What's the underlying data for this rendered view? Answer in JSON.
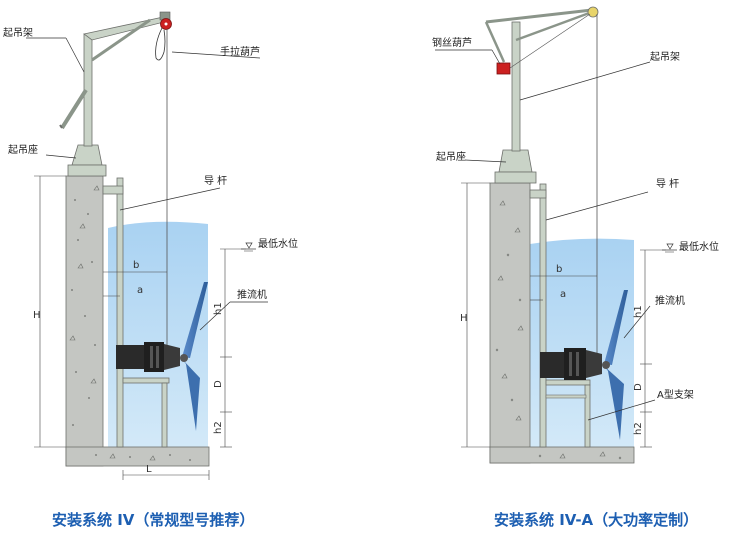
{
  "left": {
    "labels": {
      "crane_frame": "起吊架",
      "hand_hoist": "手拉葫芦",
      "crane_base": "起吊座",
      "guide_rod": "导 杆",
      "min_water": "最低水位",
      "mixer": "推流机"
    },
    "dims": {
      "H": "H",
      "b": "b",
      "a": "a",
      "h1": "h1",
      "D": "D",
      "h2": "h2",
      "L": "L"
    },
    "caption": "安装系统 IV（常规型号推荐）"
  },
  "right": {
    "labels": {
      "wire_hoist": "钢丝葫芦",
      "crane_frame": "起吊架",
      "crane_base": "起吊座",
      "guide_rod": "导 杆",
      "min_water": "最低水位",
      "mixer": "推流机",
      "bracket": "A型支架"
    },
    "dims": {
      "H": "H",
      "b": "b",
      "a": "a",
      "h1": "h1",
      "D": "D",
      "h2": "h2"
    },
    "caption": "安装系统 IV-A（大功率定制）"
  },
  "colors": {
    "water": "#bcdcf4",
    "concrete": "#c4c6c2",
    "steel": "#c9d3c7",
    "propeller": "#3d6fae",
    "motor": "#2a2a2a",
    "hoist": "#cc2020",
    "caption": "#1d5fb2"
  }
}
